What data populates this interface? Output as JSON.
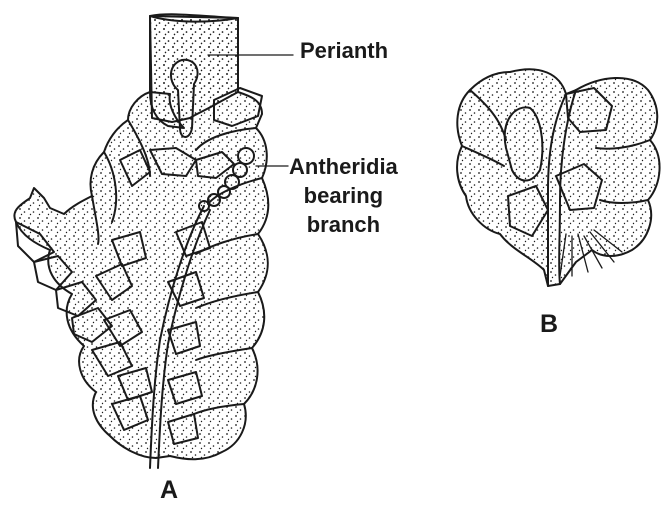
{
  "labels": {
    "perianth": "Perianth",
    "antheridia_line1": "Antheridia",
    "antheridia_line2": "bearing",
    "antheridia_line3": "branch",
    "figure_a": "A",
    "figure_b": "B"
  },
  "colors": {
    "ink": "#1a1a1a",
    "background": "#ffffff"
  }
}
